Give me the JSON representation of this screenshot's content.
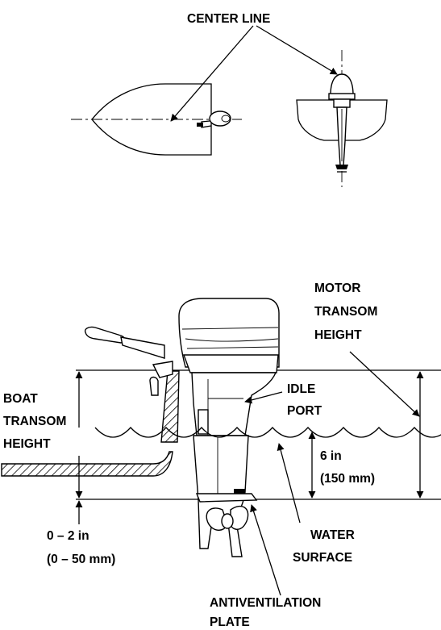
{
  "labels": {
    "center_line": "CENTER LINE",
    "motor_transom_height": [
      "MOTOR",
      "TRANSOM",
      "HEIGHT"
    ],
    "idle_port": [
      "IDLE",
      "PORT"
    ],
    "boat_transom_height": [
      "BOAT",
      "TRANSOM",
      "HEIGHT"
    ],
    "six_in": [
      "6 in",
      "(150 mm)"
    ],
    "zero_two_in": [
      "0 – 2 in",
      "(0 – 50 mm)"
    ],
    "water_surface": [
      "WATER",
      "SURFACE"
    ],
    "antiventilation_plate": [
      "ANTIVENTILATION",
      "PLATE"
    ]
  }
}
